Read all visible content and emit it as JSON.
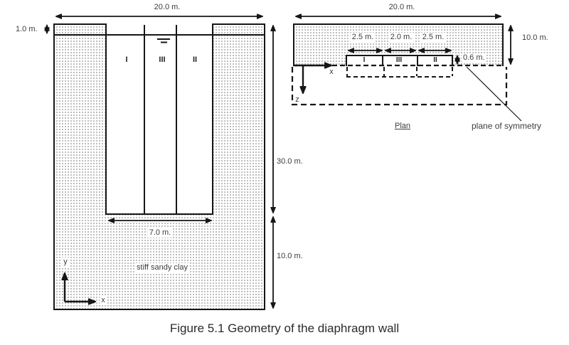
{
  "figure": {
    "caption": "Figure 5.1  Geometry of the diaphragm wall"
  },
  "elevation": {
    "width_dim": "20.0 m.",
    "surface_layer_dim": "1.0 m.",
    "wall_depth_dim": "30.0 m.",
    "base_depth_dim": "10.0 m.",
    "excavation_width_dim": "7.0 m.",
    "soil_label": "stiff sandy clay",
    "panel_labels": [
      "I",
      "III",
      "II"
    ],
    "axis_y_label": "y",
    "axis_x_label": "x"
  },
  "plan": {
    "title": "Plan",
    "width_dim": "20.0 m.",
    "depth_dim": "10.0 m.",
    "segment_dims": [
      "2.5 m.",
      "2.0 m.",
      "2.5 m."
    ],
    "panel_labels": [
      "I",
      "III",
      "II"
    ],
    "thickness_dim": "0.6 m.",
    "symmetry_label": "plane of symmetry",
    "axis_x_label": "x",
    "axis_z_label": "z"
  },
  "colors": {
    "line": "#161616",
    "text": "#3c3c3c",
    "background": "#ffffff"
  }
}
